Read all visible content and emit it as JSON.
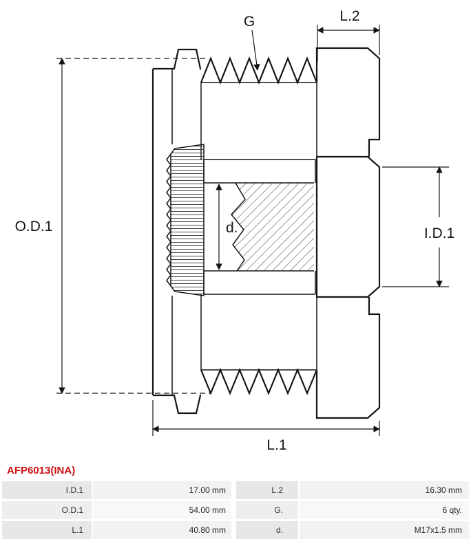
{
  "part": {
    "number": "AFP6013(INA)"
  },
  "colors": {
    "part_number_red": "#cc1111",
    "drawing_line": "#151515",
    "label_cell_bg": "#e7e7e7",
    "value_cell_bg": "#f2f2f2"
  },
  "drawing": {
    "labels": {
      "groove_count": "G",
      "length_2": "L.2",
      "outer_diameter_1": "O.D.1",
      "inner_diameter_1": "I.D.1",
      "length_1": "L.1",
      "thread": "d."
    }
  },
  "spec_table": {
    "rows": [
      {
        "label1": "I.D.1",
        "value1": "17.00 mm",
        "label2": "L.2",
        "value2": "16.30 mm"
      },
      {
        "label1": "O.D.1",
        "value1": "54.00 mm",
        "label2": "G.",
        "value2": "6 qty."
      },
      {
        "label1": "L.1",
        "value1": "40.80 mm",
        "label2": "d.",
        "value2": "M17x1.5 mm"
      }
    ]
  }
}
